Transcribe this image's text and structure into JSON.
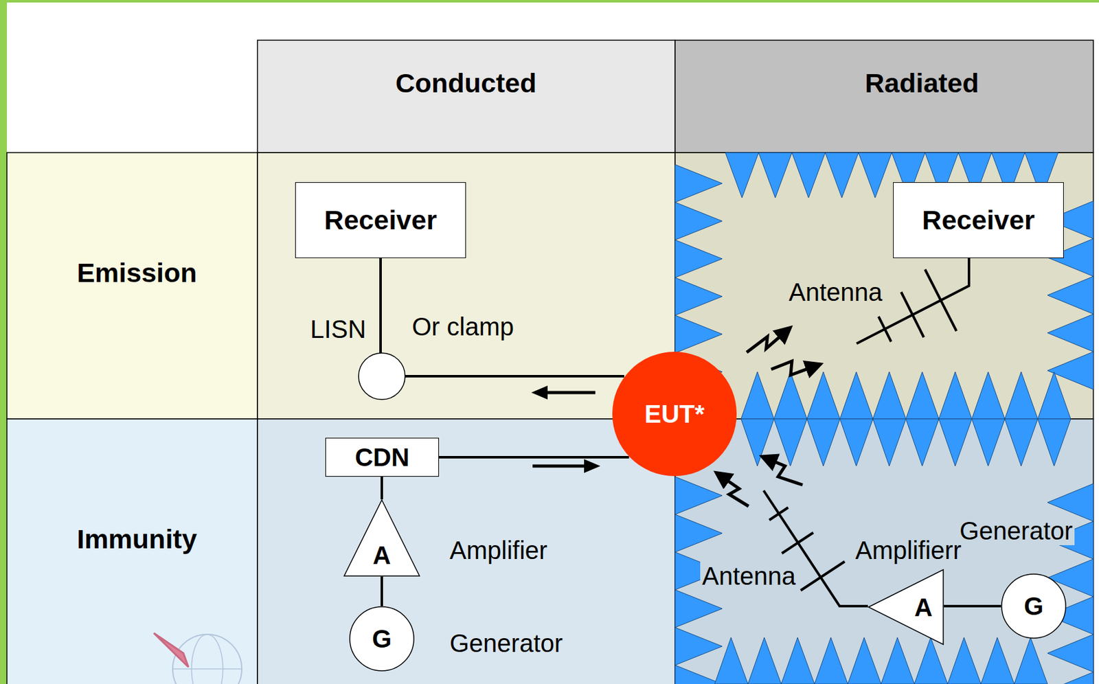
{
  "diagram": {
    "nodes": [
      {
        "text": [
          "Receiver"
        ]
      },
      {
        "text": [
          "Receiver"
        ]
      },
      {
        "text": [
          "EUT*"
        ]
      },
      {
        "text": [
          "CDN"
        ]
      },
      {
        "text": [
          "A"
        ]
      },
      {
        "text": [
          "G"
        ]
      },
      {
        "text": [
          "A"
        ]
      },
      {
        "text": [
          "G"
        ]
      }
    ],
    "edges": [
      {
        "from": 2,
        "to": 0,
        "arrow": "none"
      },
      {
        "from": 3,
        "to": 2,
        "arrow": "none"
      },
      {
        "from": 5,
        "to": 4,
        "arrow": "none"
      },
      {
        "from": 4,
        "to": 3,
        "arrow": "none"
      },
      {
        "from": 7,
        "to": 6,
        "arrow": "none"
      }
    ],
    "labels": [
      "Conducted",
      "Radiated",
      "Emission",
      "Immunity",
      "LISN",
      "Or clamp",
      "Antenna",
      "Amplifier",
      "Generator",
      "Antenna",
      "Amplifierr",
      "Generator"
    ]
  }
}
